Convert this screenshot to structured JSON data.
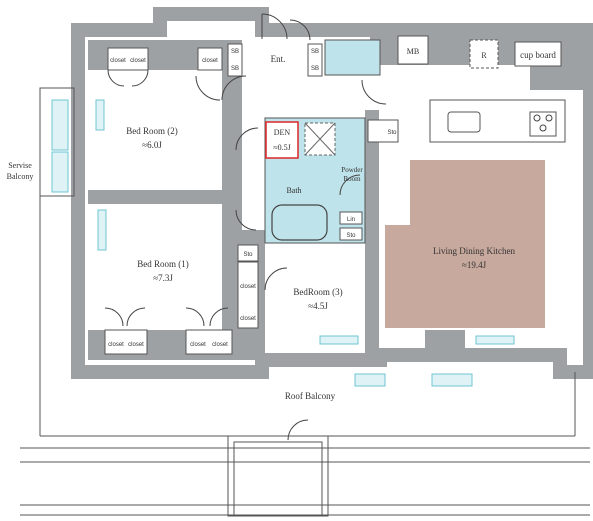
{
  "rooms": {
    "bedroom2": {
      "name": "Bed Room (2)",
      "size": "≈6.0J"
    },
    "bedroom1": {
      "name": "Bed Room (1)",
      "size": "≈7.3J"
    },
    "bedroom3": {
      "name": "BedRoom (3)",
      "size": "≈4.5J"
    },
    "ldk": {
      "name": "Living Dining Kitchen",
      "size": "≈19.4J"
    },
    "den": {
      "name": "DEN",
      "size": "≈0.5J"
    },
    "bath": {
      "name": "Bath"
    },
    "powder": {
      "line1": "Powder",
      "line2": "Room"
    }
  },
  "labels": {
    "entrance": "Ent.",
    "mb": "MB",
    "refrigerator": "R",
    "cupboard": "cup board",
    "service_balcony_1": "Servise",
    "service_balcony_2": "Balcony",
    "roof_balcony": "Roof Balcony",
    "closet": "closet",
    "storage": "Sto",
    "shoe_box_a": "SB",
    "shoe_box_b": "SB",
    "shoe_box_c": "SB",
    "shoe_box_d": "SB",
    "storage_small": "Sto",
    "linen": "Lin",
    "storage_bath": "Sto"
  },
  "colors": {
    "wall": "#9ea1a4",
    "floor_ldk": "#c8a99e",
    "wet_area": "#bfe3ea",
    "den_border": "#d33",
    "glass": "#9ad7e0"
  }
}
